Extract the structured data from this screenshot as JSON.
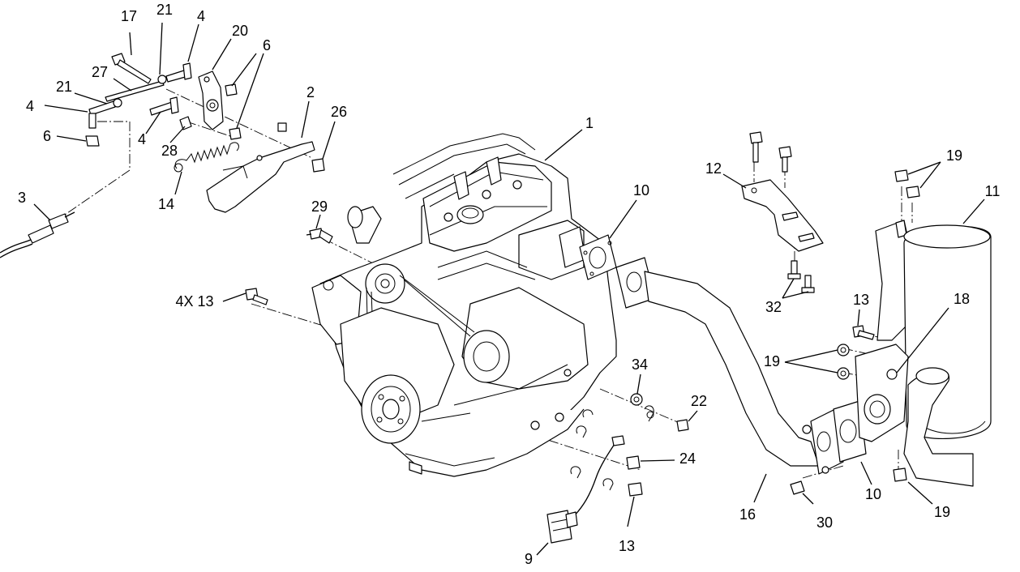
{
  "diagram": {
    "labels": [
      {
        "id": "l17",
        "text": "17"
      },
      {
        "id": "l21a",
        "text": "21"
      },
      {
        "id": "l4a",
        "text": "4"
      },
      {
        "id": "l20",
        "text": "20"
      },
      {
        "id": "l6a",
        "text": "6"
      },
      {
        "id": "l27",
        "text": "27"
      },
      {
        "id": "l21b",
        "text": "21"
      },
      {
        "id": "l4b",
        "text": "4"
      },
      {
        "id": "l6b",
        "text": "6"
      },
      {
        "id": "l4c",
        "text": "4"
      },
      {
        "id": "l28",
        "text": "28"
      },
      {
        "id": "l2",
        "text": "2"
      },
      {
        "id": "l26",
        "text": "26"
      },
      {
        "id": "l14",
        "text": "14"
      },
      {
        "id": "l3",
        "text": "3"
      },
      {
        "id": "l1",
        "text": "1"
      },
      {
        "id": "l29",
        "text": "29"
      },
      {
        "id": "l10a",
        "text": "10"
      },
      {
        "id": "l12",
        "text": "12"
      },
      {
        "id": "l19a",
        "text": "19"
      },
      {
        "id": "l11",
        "text": "11"
      },
      {
        "id": "l32",
        "text": "32"
      },
      {
        "id": "l4x13",
        "text": "4X 13"
      },
      {
        "id": "l13a",
        "text": "13"
      },
      {
        "id": "l18",
        "text": "18"
      },
      {
        "id": "l19b",
        "text": "19"
      },
      {
        "id": "l34",
        "text": "34"
      },
      {
        "id": "l22",
        "text": "22"
      },
      {
        "id": "l24",
        "text": "24"
      },
      {
        "id": "l16",
        "text": "16"
      },
      {
        "id": "l30",
        "text": "30"
      },
      {
        "id": "l10b",
        "text": "10"
      },
      {
        "id": "l19c",
        "text": "19"
      },
      {
        "id": "l13b",
        "text": "13"
      },
      {
        "id": "l9",
        "text": "9"
      }
    ]
  }
}
